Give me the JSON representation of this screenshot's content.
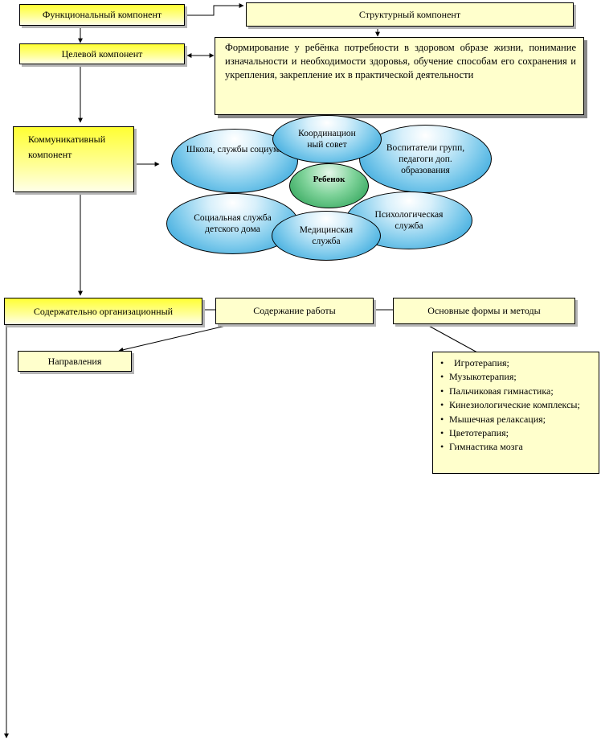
{
  "functional": "Функциональный компонент",
  "structural": "Структурный компонент",
  "target": "Целевой компонент",
  "goal_text": "Формирование у ребёнка потребности в здоровом образе жизни, понимание изначальности и необходимости здоровья, обучение способам его сохранения и укрепления, закрепление их в практической деятельности",
  "communicative": "Коммуникативный компонент",
  "ellipses": {
    "school": "Школа, службы социума",
    "coordination": "Координацион ный совет",
    "educators": "Воспитатели групп, педагоги доп. образования",
    "child": "Ребенок",
    "social": "Социальная служба детского дома",
    "psych": "Психологическая служба",
    "medical": "Медицинская служба"
  },
  "content_org": "Содержательно организационный",
  "work_content": "Содержание работы",
  "forms_methods": "Основные формы и методы",
  "directions": "Направления",
  "methods": [
    "Игротерапия;",
    "Музыкотерапия;",
    "Пальчиковая гимнастика;",
    "Кинезиологические комплексы;",
    "Мышечная релаксация;",
    "Цветотерапия;",
    "Гимнастика мозга"
  ]
}
